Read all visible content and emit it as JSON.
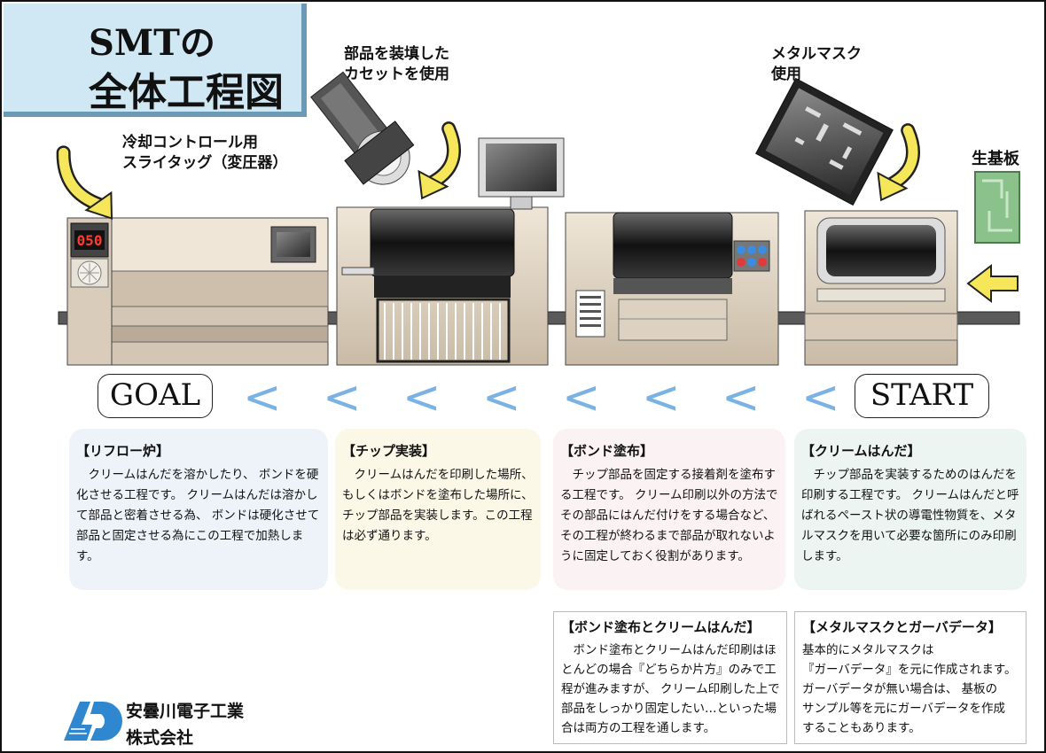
{
  "title": {
    "line1": "SMTの",
    "line2": "全体工程図"
  },
  "callouts": {
    "cooling": [
      "冷却コントロール用",
      "スライタッグ（変圧器）"
    ],
    "cassette": [
      "部品を装填した",
      "カセットを使用"
    ],
    "mask": [
      "メタルマスク",
      "使用"
    ],
    "board": "生基板"
  },
  "machine_display": "050",
  "flow": {
    "goal": "GOAL",
    "start": "START",
    "arrow_glyph": "<",
    "arrow_color": "#7ab2e4",
    "arrow_count": 8
  },
  "processes": [
    {
      "key": "reflow",
      "heading": "【リフロー炉】",
      "body": "クリームはんだを溶かしたり、 ボンドを硬化させる工程です。 クリームはんだは溶かして部品と密着させる為、 ボンドは硬化させて部品と固定させる為にこの工程で加熱します。",
      "bg": "#edf3f8"
    },
    {
      "key": "chip-mount",
      "heading": "【チップ実装】",
      "body": "クリームはんだを印刷した場所、もしくはボンドを塗布した場所に、チップ部品を実装します。この工程は必ず通ります。",
      "bg": "#fbf8e8"
    },
    {
      "key": "bond",
      "heading": "【ボンド塗布】",
      "body": "チップ部品を固定する接着剤を塗布する工程です。 クリーム印刷以外の方法でその部品にはんだ付けをする場合など、その工程が終わるまで部品が取れないように固定しておく役割があります。",
      "bg": "#fbf3f3"
    },
    {
      "key": "cream",
      "heading": "【クリームはんだ】",
      "body": "チップ部品を実装するためのはんだを印刷する工程です。 クリームはんだと呼ばれるペースト状の導電性物質を、メタルマスクを用いて必要な箇所にのみ印刷します。",
      "bg": "#ecf5f1"
    }
  ],
  "notes": [
    {
      "key": "bond-and-cream",
      "heading": "【ボンド塗布とクリームはんだ】",
      "body": "ボンド塗布とクリームはんだ印刷はほとんどの場合『どちらか片方』のみで工程が進みますが、 クリーム印刷した上で部品をしっかり固定したい…といった場合は両方の工程を通します。"
    },
    {
      "key": "mask-and-gerber",
      "heading": "【メタルマスクとガーバデータ】",
      "lines": [
        "基本的にメタルマスクは",
        "『ガーバデータ』を元に作成されます。",
        "ガーバデータが無い場合は、 基板の",
        "サンプル等を元にガーバデータを作成",
        "することもあります。"
      ]
    }
  ],
  "company": {
    "line1": "安曇川電子工業",
    "line2": "株式会社",
    "logo_color": "#2f87cf"
  }
}
